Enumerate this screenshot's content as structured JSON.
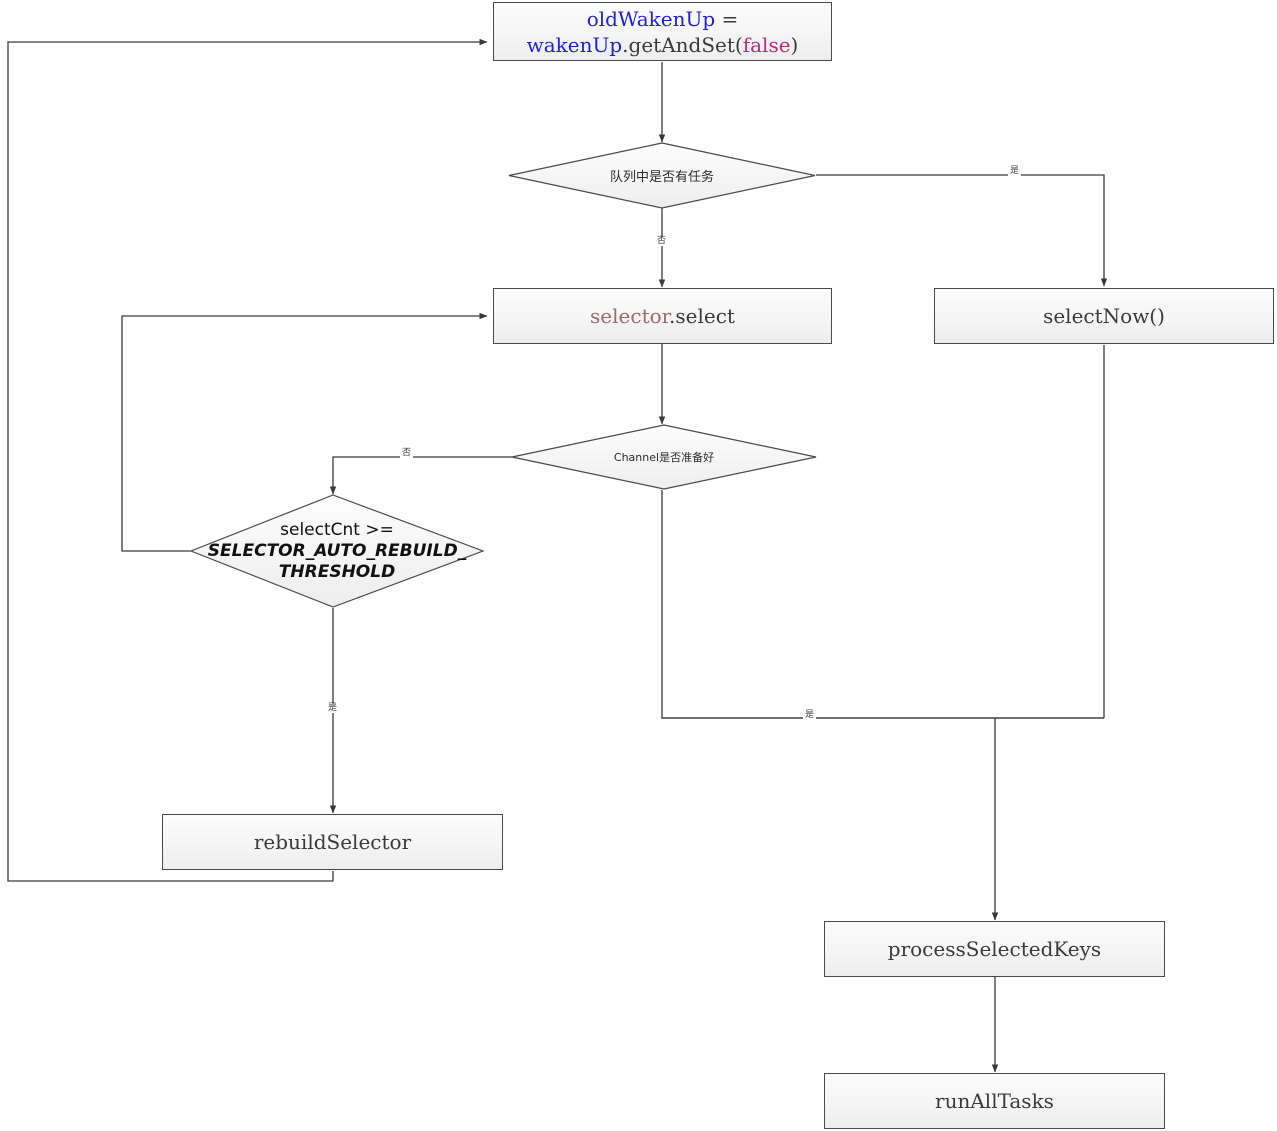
{
  "diagram": {
    "type": "flowchart",
    "title": "Netty NioEventLoop select flow",
    "language_mix": "zh-CN + Java identifiers",
    "colors": {
      "box_border": "#4a4a4a",
      "box_fill_top": "#fcfcfc",
      "box_fill_bottom": "#ededed",
      "edge_stroke": "#3a3a3a",
      "variable_blue": "#2222cc",
      "keyword_magenta": "#c0267e",
      "object_mauve": "#9a6a74",
      "text_dark": "#3a3a3a"
    },
    "nodes": [
      {
        "id": "oldWakenUp",
        "shape": "process",
        "lines": [
          {
            "segments": [
              {
                "text": "oldWakenUp",
                "style": "var"
              },
              {
                "text": " =",
                "style": "plain"
              }
            ]
          },
          {
            "segments": [
              {
                "text": "wakenUp",
                "style": "var"
              },
              {
                "text": ".getAndSet(",
                "style": "plain"
              },
              {
                "text": "false",
                "style": "kw"
              },
              {
                "text": ")",
                "style": "plain"
              }
            ]
          }
        ]
      },
      {
        "id": "queue-has-task",
        "shape": "decision",
        "label": "队列中是否有任务"
      },
      {
        "id": "selector-select",
        "shape": "process",
        "lines": [
          {
            "segments": [
              {
                "text": "selector",
                "style": "obj"
              },
              {
                "text": ".select",
                "style": "plain"
              }
            ]
          }
        ]
      },
      {
        "id": "select-now",
        "shape": "process",
        "lines": [
          {
            "segments": [
              {
                "text": "selectNow()",
                "style": "plain"
              }
            ]
          }
        ]
      },
      {
        "id": "channel-ready",
        "shape": "decision",
        "label": "Channel是否准备好"
      },
      {
        "id": "select-cnt-threshold",
        "shape": "decision",
        "label_line1": "selectCnt >=",
        "label_line2": "SELECTOR_AUTO_REBUILD_THRESHOLD"
      },
      {
        "id": "rebuild-selector",
        "shape": "process",
        "lines": [
          {
            "segments": [
              {
                "text": "rebuildSelector",
                "style": "plain"
              }
            ]
          }
        ]
      },
      {
        "id": "process-selected-keys",
        "shape": "process",
        "lines": [
          {
            "segments": [
              {
                "text": "processSelectedKeys",
                "style": "plain"
              }
            ]
          }
        ]
      },
      {
        "id": "run-all-tasks",
        "shape": "process",
        "lines": [
          {
            "segments": [
              {
                "text": "runAllTasks",
                "style": "plain"
              }
            ]
          }
        ]
      }
    ],
    "edge_labels": {
      "queue_yes": "是",
      "queue_no": "否",
      "channel_yes": "是",
      "channel_no": "否",
      "threshold_yes": "是"
    }
  }
}
